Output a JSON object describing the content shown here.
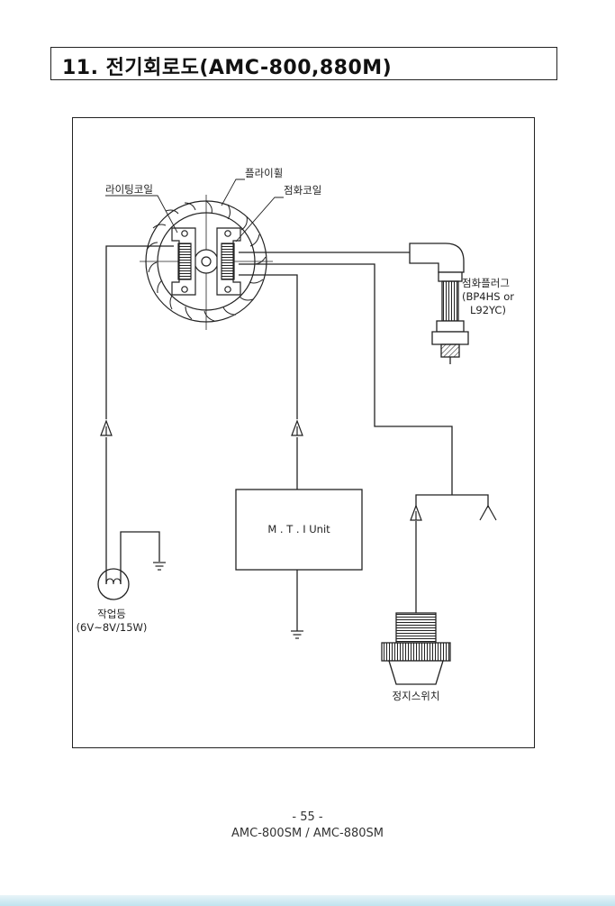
{
  "page_title": "11. 전기회로도(AMC-800,880M)",
  "components": {
    "flywheel": "플라이휠",
    "lighting_coil": "라이팅코일",
    "ignition_coil": "점화코일",
    "spark_plug": [
      "점화플러그",
      "(BP4HS or",
      "L92YC)"
    ],
    "mti_unit": "M . T . I  Unit",
    "work_lamp": [
      "작업등",
      "(6V~8V/15W)"
    ],
    "stop_switch": "정지스위치"
  },
  "footer": {
    "page_number": "- 55 -",
    "model": "AMC-800SM / AMC-880SM"
  }
}
